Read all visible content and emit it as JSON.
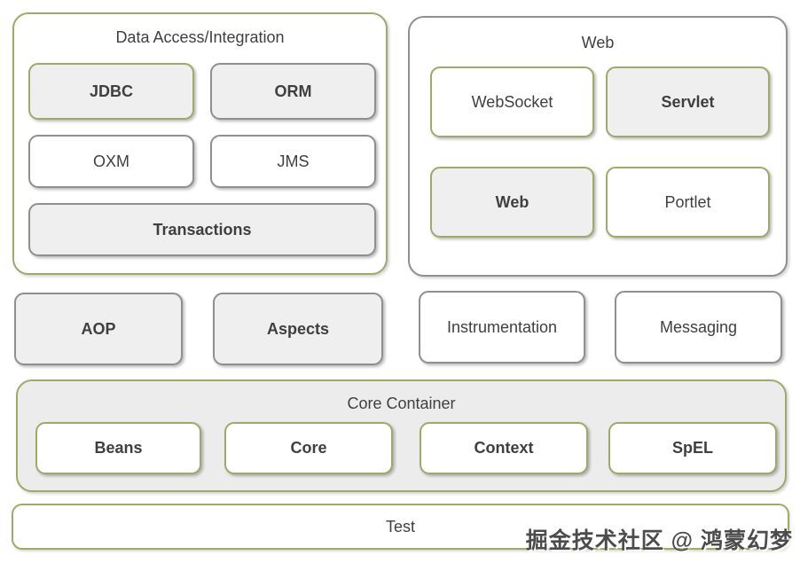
{
  "containers": {
    "data_access": {
      "title": "Data Access/Integration",
      "boxes": [
        {
          "label": "JDBC"
        },
        {
          "label": "ORM"
        },
        {
          "label": "OXM"
        },
        {
          "label": "JMS"
        },
        {
          "label": "Transactions"
        }
      ]
    },
    "web": {
      "title": "Web",
      "boxes": [
        {
          "label": "WebSocket"
        },
        {
          "label": "Servlet"
        },
        {
          "label": "Web"
        },
        {
          "label": "Portlet"
        }
      ]
    },
    "middle_row": {
      "boxes": [
        {
          "label": "AOP"
        },
        {
          "label": "Aspects"
        },
        {
          "label": "Instrumentation"
        },
        {
          "label": "Messaging"
        }
      ]
    },
    "core_container": {
      "title": "Core Container",
      "boxes": [
        {
          "label": "Beans"
        },
        {
          "label": "Core"
        },
        {
          "label": "Context"
        },
        {
          "label": "SpEL"
        }
      ]
    },
    "test": {
      "label": "Test"
    }
  },
  "watermark": "掘金技术社区 @ 鸿蒙幻梦",
  "colors": {
    "green_border": "#9cab66",
    "gray_border": "#8f8f8f",
    "gray_fill": "#efefef",
    "core_container_fill": "#ececec",
    "text": "#3f3f3f",
    "background": "#ffffff"
  }
}
